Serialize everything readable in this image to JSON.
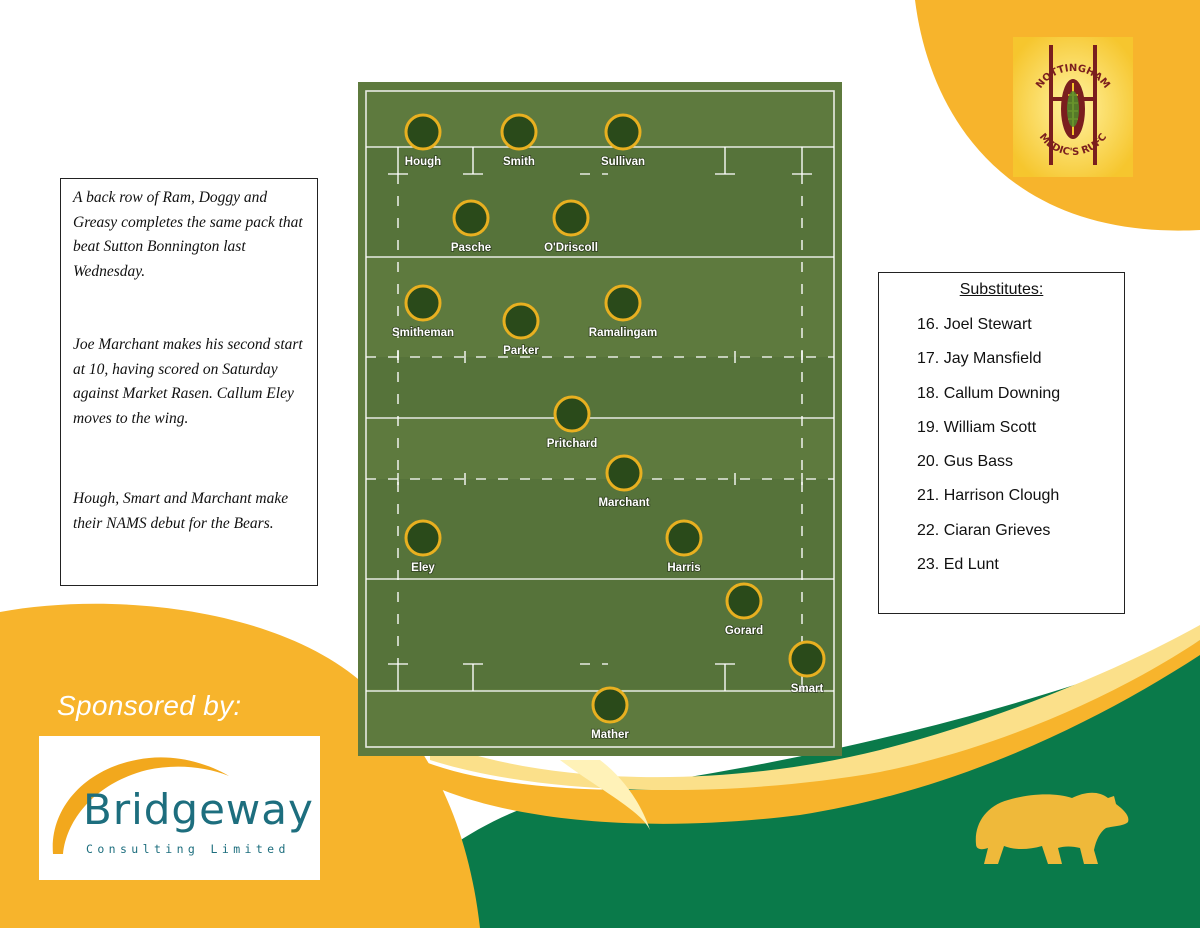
{
  "notes": {
    "paragraph_1": "A back row of Ram, Doggy and Greasy completes the same pack that beat Sutton Bonnington last Wednesday.",
    "paragraph_2": "Joe Marchant makes his second start at 10, having scored on Saturday against Market Rasen. Callum Eley moves to the wing.",
    "paragraph_3": "Hough, Smart and Marchant make their NAMS debut for the Bears."
  },
  "substitutes": {
    "title": "Substitutes:",
    "items": [
      "16. Joel Stewart",
      "17. Jay Mansfield",
      "18. Callum Downing",
      "19. William Scott",
      "20. Gus Bass",
      "21. Harrison Clough",
      "22. Ciaran Grieves",
      "23. Ed Lunt"
    ]
  },
  "lineup": [
    "Hough",
    "Smith",
    "Sullivan",
    "Pasche",
    "O'Driscoll",
    "Smitheman",
    "Parker",
    "Ramalingam",
    "Pritchard",
    "Marchant",
    "Eley",
    "Harris",
    "Gorard",
    "Smart",
    "Mather"
  ],
  "sponsor": {
    "heading": "Sponsored by:",
    "name": "Bridgeway",
    "tagline": "Consulting Limited"
  },
  "club_badge": {
    "line_top": "NOTTINGHAM",
    "line_bottom": "MEDIC'S RUFC"
  },
  "colors": {
    "orange": "#F7B42C",
    "green": "#0A7A4A",
    "pitch_green": "#5E7A3E",
    "player_disc": "#2A4A1A",
    "player_ring": "#E8B020"
  },
  "icons": {
    "mascot": "bear-icon",
    "badge": "rugby-posts-ball-icon"
  }
}
